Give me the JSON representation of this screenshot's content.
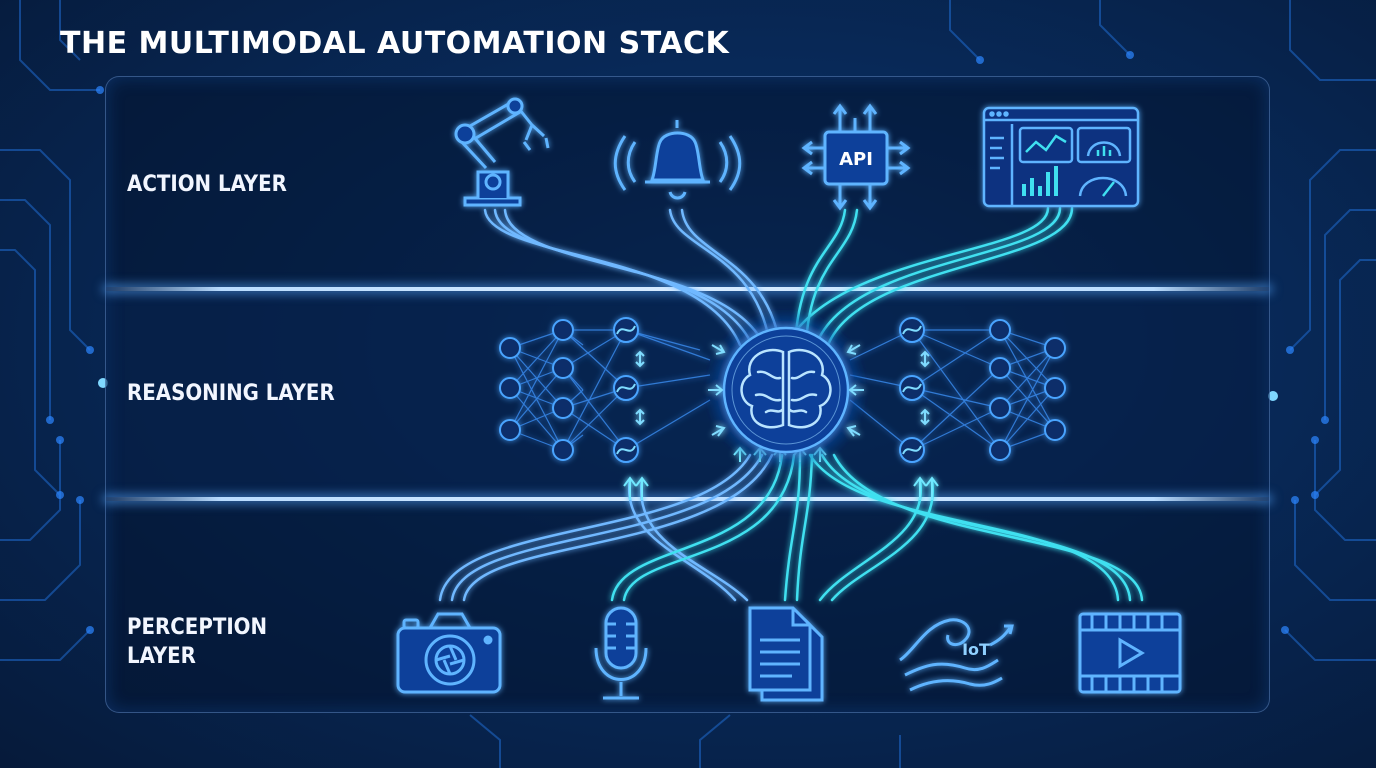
{
  "title": "THE MULTIMODAL AUTOMATION STACK",
  "layers": {
    "action": "ACTION LAYER",
    "reasoning": "REASONING LAYER",
    "perception_line1": "PERCEPTION",
    "perception_line2": "LAYER"
  },
  "icons": {
    "action": [
      "robot-arm-icon",
      "bell-icon",
      "api-chip-icon",
      "dashboard-icon"
    ],
    "reasoning": [
      "neural-network-icon",
      "brain-icon"
    ],
    "perception": [
      "camera-icon",
      "microphone-icon",
      "document-icon",
      "iot-wave-icon",
      "video-icon"
    ]
  },
  "api_label": "API",
  "iot_label": "IoT",
  "colors": {
    "background": "#082b5c",
    "accent": "#5fb4ff",
    "glow": "#3fd0ff",
    "cyan": "#35e0f0"
  }
}
